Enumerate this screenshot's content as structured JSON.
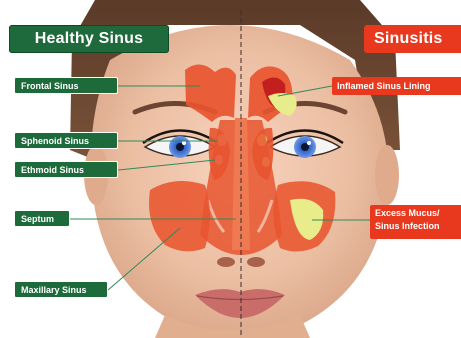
{
  "titles": {
    "healthy": "Healthy Sinus",
    "sinusitis": "Sinusitis"
  },
  "labels": {
    "frontal_sinus": "Frontal Sinus",
    "sphenoid_sinus": "Sphenoid Sinus",
    "ethmoid_sinus": "Ethmoid Sinus",
    "septum": "Septum",
    "maxillary_sinus": "Maxillary Sinus",
    "inflamed_sinus_lining": "Inflamed Sinus Lining",
    "excess_mucus_line1": "Excess Mucus/",
    "excess_mucus_line2": "Sinus Infection"
  },
  "colors": {
    "healthy_banner": "#1f6a3c",
    "sinusitis_banner": "#e8391f",
    "sinus_tissue": "#e8552f",
    "mucus": "#e9ec8a",
    "eye_iris": "#3b6fd6"
  }
}
